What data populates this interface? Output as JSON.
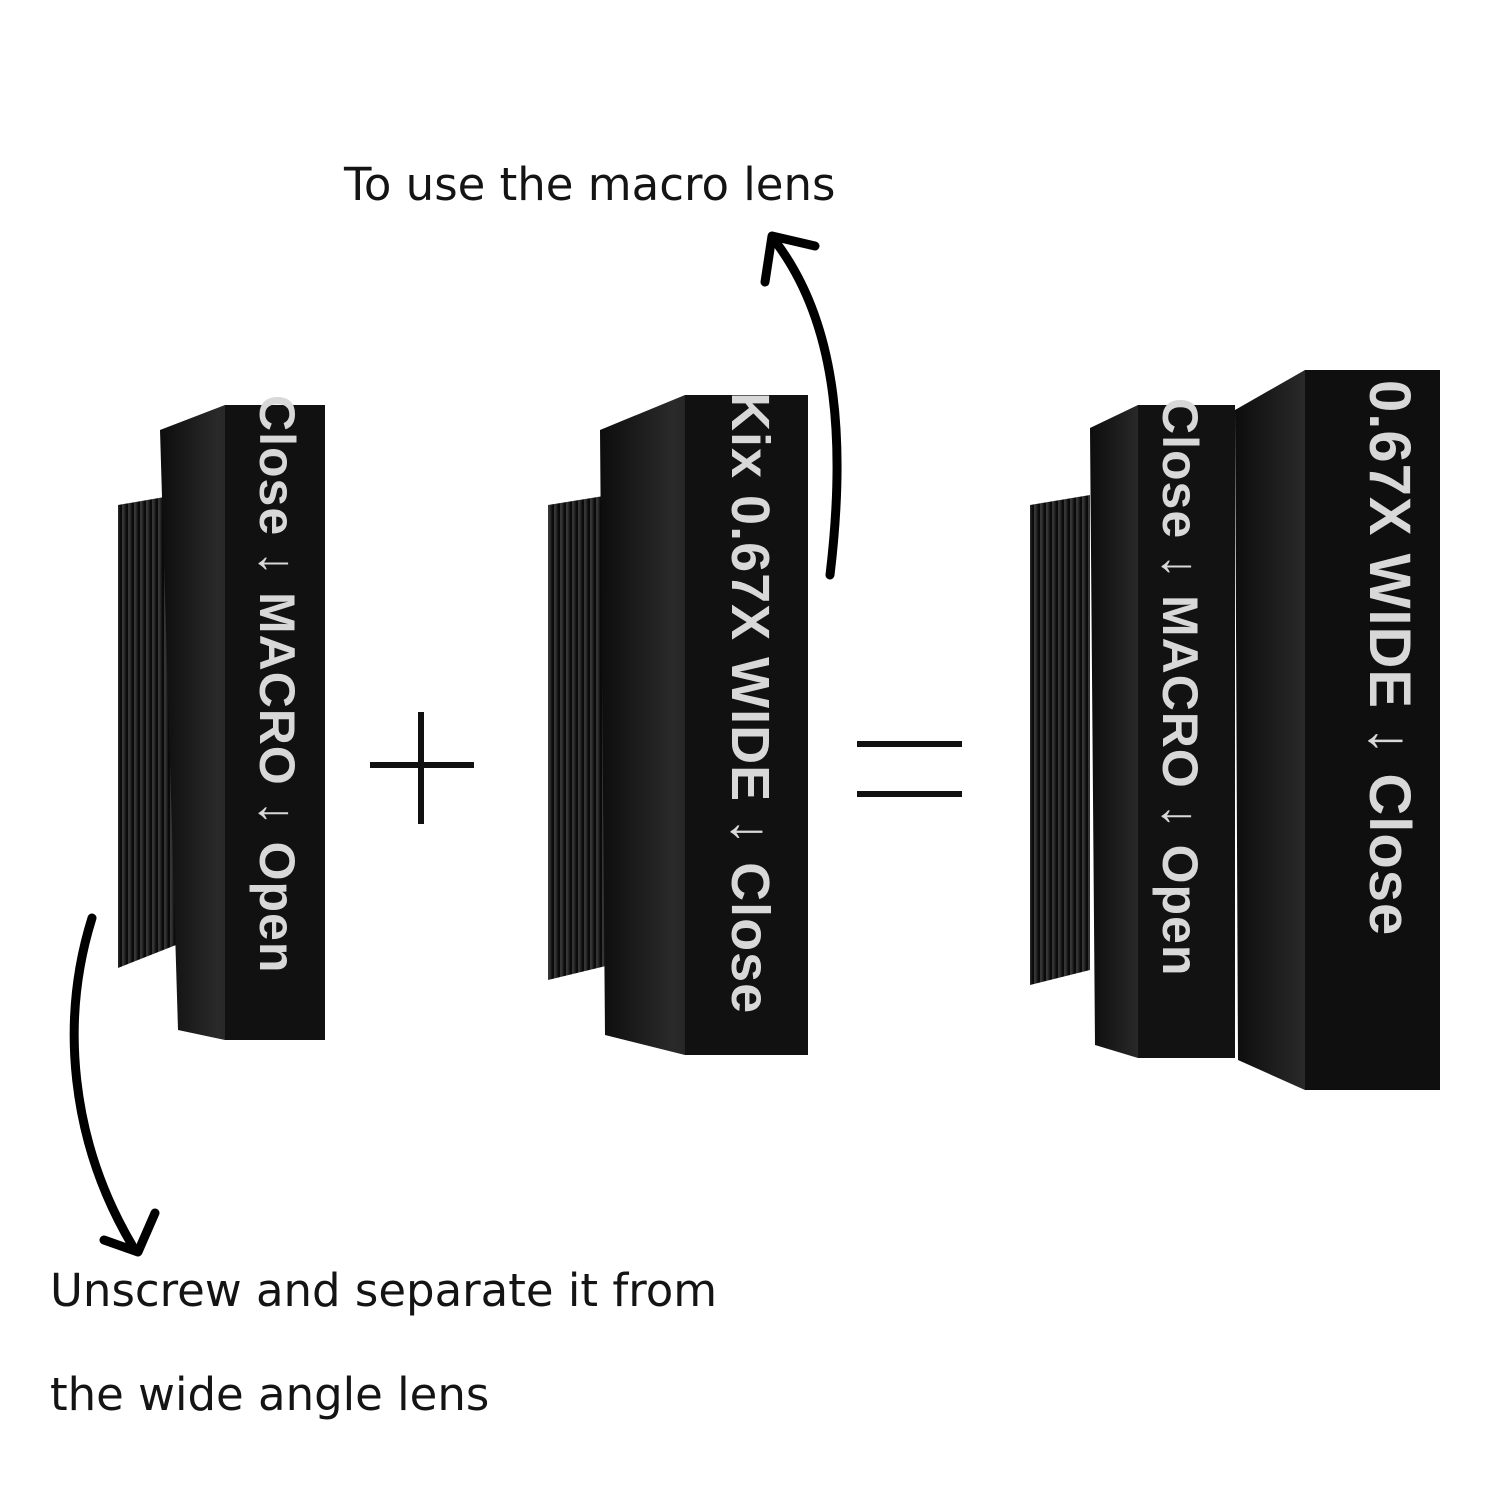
{
  "captions": {
    "top": "To use the macro lens",
    "bottom_line1": "Unscrew and separate it from",
    "bottom_line2": "the wide angle lens"
  },
  "lenses": {
    "macro": {
      "ring_text": "Close ↓ MACRO ↓ Open"
    },
    "wide": {
      "ring_text": "Kix 0.67X WIDE ↓ Close"
    },
    "combined": {
      "macro_ring_text": "Close ↓ MACRO ↓ Open",
      "wide_ring_text": "0.67X WIDE ↓ Close"
    }
  },
  "symbols": {
    "plus": "+",
    "equals": "="
  },
  "colors": {
    "lens_body": "#141414",
    "lens_text": "#d8d8d8",
    "caption": "#141414"
  }
}
